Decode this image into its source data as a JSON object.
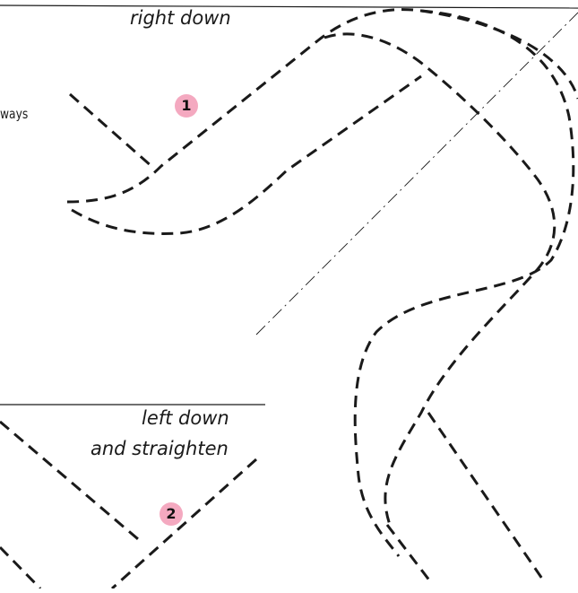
{
  "labels": {
    "top_step": "right down",
    "left_edge": "ways",
    "bottom_step_line1": "left down",
    "bottom_step_line2": "and straighten"
  },
  "badges": {
    "step1": "1",
    "step2": "2"
  },
  "colors": {
    "badge": "#f4a9c0",
    "line": "#1a1a1a"
  }
}
